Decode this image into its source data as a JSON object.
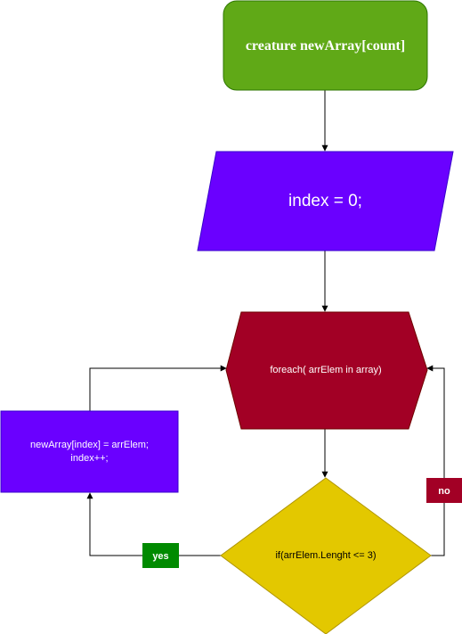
{
  "diagram": {
    "nodes": {
      "start": {
        "label": "creature newArray[count]",
        "color": "#60a917",
        "border": "#2d7600"
      },
      "init": {
        "label": "index = 0;",
        "color": "#6a00ff",
        "border": "#3700cc"
      },
      "loop": {
        "label": "foreach( arrElem in array)",
        "color": "#a20025",
        "border": "#6f0000"
      },
      "assign": {
        "line1": "newArray[index] = arrElem;",
        "line2": "index++;",
        "color": "#6a00ff",
        "border": "#3700cc"
      },
      "condition": {
        "label": "if(arrElem.Lenght <= 3)",
        "color": "#e3c800",
        "border": "#b09500"
      }
    },
    "edge_labels": {
      "yes": {
        "label": "yes",
        "color": "#008a00"
      },
      "no": {
        "label": "no",
        "color": "#a20025"
      }
    }
  }
}
